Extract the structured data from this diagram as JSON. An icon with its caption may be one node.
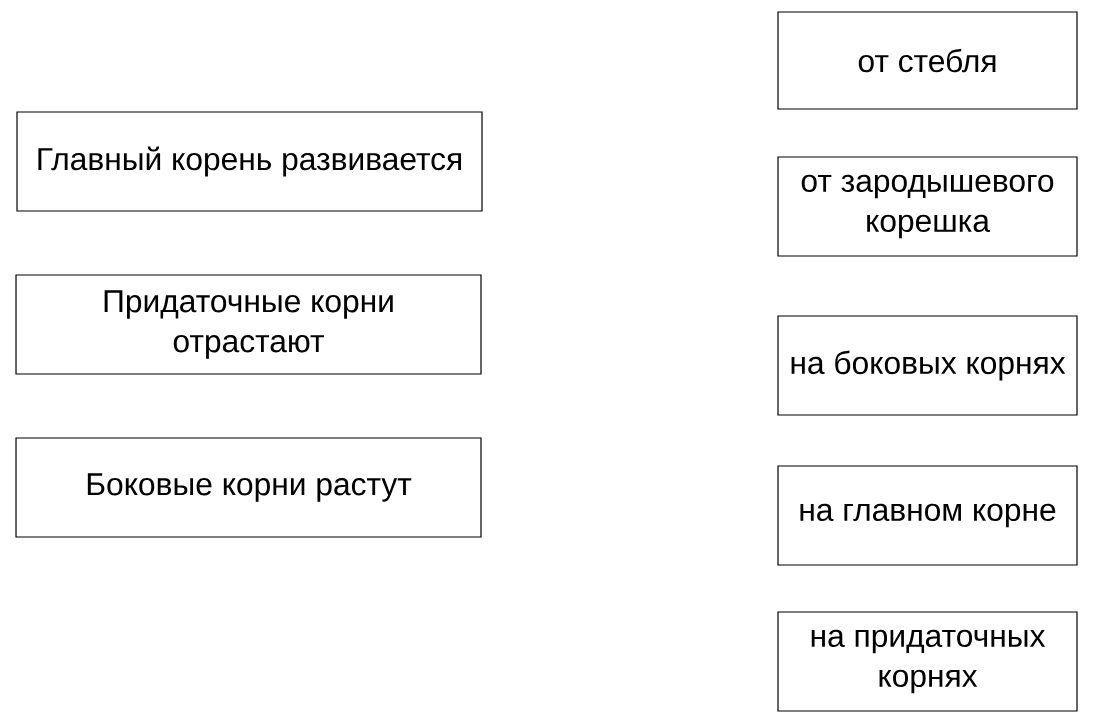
{
  "diagram": {
    "nodes": [
      {
        "text": [
          "Главный корень развивается"
        ]
      },
      {
        "text": [
          "Придаточные корни отрастают"
        ]
      },
      {
        "text": [
          "Боковые корни растут"
        ]
      },
      {
        "text": [
          "от стебля"
        ]
      },
      {
        "text": [
          "от зародышевого корешка"
        ]
      },
      {
        "text": [
          "на боковых корнях"
        ]
      },
      {
        "text": [
          "на главном корне"
        ]
      },
      {
        "text": [
          "на придаточных корнях"
        ]
      }
    ]
  }
}
